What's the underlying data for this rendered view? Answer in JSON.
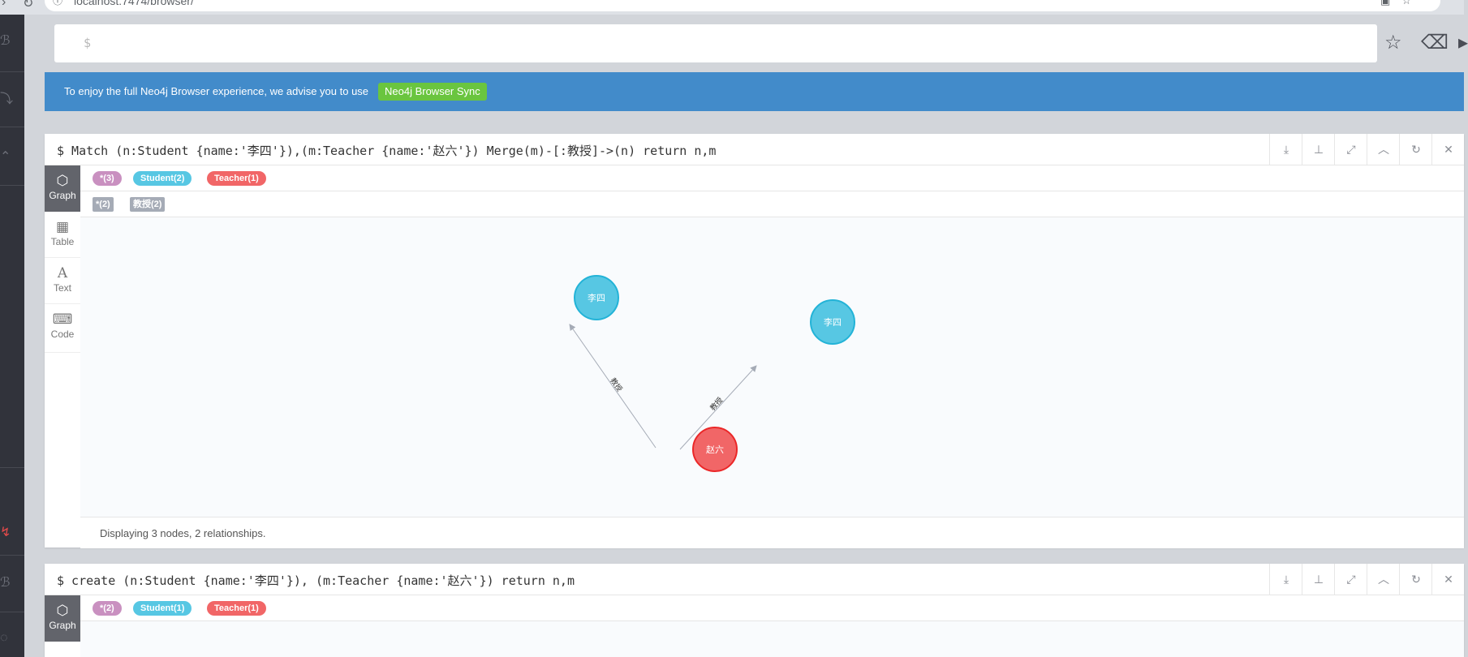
{
  "browser": {
    "url": "localhost:7474/browser/"
  },
  "editor": {
    "prompt": "$"
  },
  "banner": {
    "message": "To enjoy the full Neo4j Browser experience, we advise you to use",
    "sync_label": "Neo4j Browser Sync"
  },
  "frames": [
    {
      "command": "$ Match (n:Student {name:'李四'}),(m:Teacher {name:'赵六'}) Merge(m)-[:教授]->(n) return n,m",
      "tabs": [
        {
          "label": "Graph",
          "icon": "graph-icon"
        },
        {
          "label": "Table",
          "icon": "table-icon"
        },
        {
          "label": "Text",
          "icon": "text-icon"
        },
        {
          "label": "Code",
          "icon": "code-icon"
        }
      ],
      "node_labels": [
        {
          "text": "*(3)",
          "color": "#c990c0"
        },
        {
          "text": "Student(2)",
          "color": "#57c7e3"
        },
        {
          "text": "Teacher(1)",
          "color": "#f16667"
        }
      ],
      "rel_types": [
        {
          "text": "*(2)"
        },
        {
          "text": "教授(2)"
        }
      ],
      "graph": {
        "nodes": [
          {
            "caption": "李四",
            "label": "Student"
          },
          {
            "caption": "李四",
            "label": "Student"
          },
          {
            "caption": "赵六",
            "label": "Teacher"
          }
        ],
        "relationships": [
          {
            "type": "教授",
            "from": 2,
            "to": 0
          },
          {
            "type": "教授",
            "from": 2,
            "to": 1
          }
        ]
      },
      "status": "Displaying 3 nodes, 2 relationships."
    },
    {
      "command": "$ create (n:Student {name:'李四'}), (m:Teacher {name:'赵六'}) return n,m",
      "tabs": [
        {
          "label": "Graph",
          "icon": "graph-icon"
        }
      ],
      "node_labels": [
        {
          "text": "*(2)",
          "color": "#c990c0"
        },
        {
          "text": "Student(1)",
          "color": "#57c7e3"
        },
        {
          "text": "Teacher(1)",
          "color": "#f16667"
        }
      ]
    }
  ],
  "colors": {
    "student": "#57c7e3",
    "student_border": "#23b3d7",
    "teacher": "#f16667",
    "teacher_border": "#eb2728",
    "banner": "#428bca",
    "sync": "#6ac53f"
  }
}
